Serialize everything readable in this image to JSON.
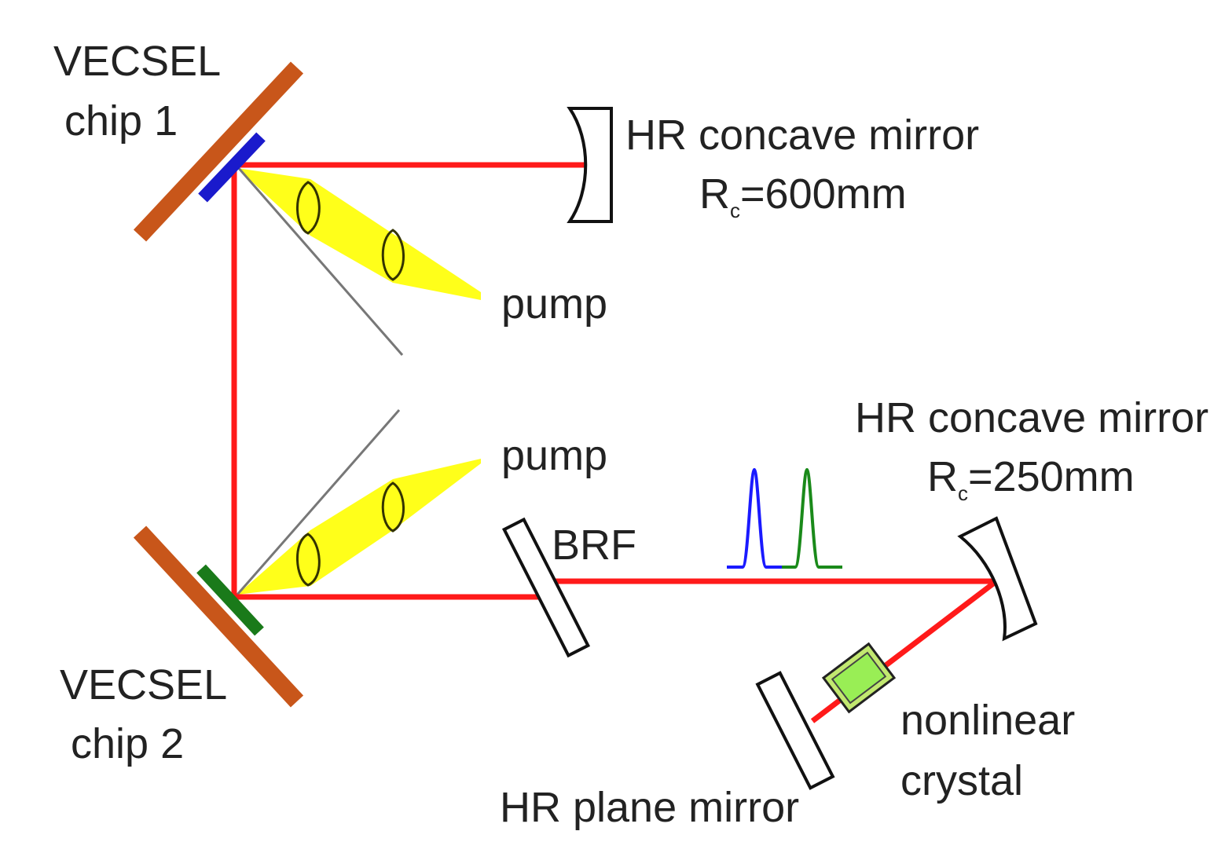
{
  "labels": {
    "chip1_line1": "VECSEL",
    "chip1_line2": "chip 1",
    "chip2_line1": "VECSEL",
    "chip2_line2": "chip 2",
    "mirror1_line1": "HR concave mirror",
    "mirror1_r": "R",
    "mirror1_sub": "c",
    "mirror1_value": "=600mm",
    "mirror2_line1": "HR concave mirror",
    "mirror2_r": "R",
    "mirror2_sub": "c",
    "mirror2_value": "=250mm",
    "pump_top": "pump",
    "pump_bottom": "pump",
    "brf": "BRF",
    "crystal_line1": "nonlinear",
    "crystal_line2": "crystal",
    "plane_mirror": "HR plane mirror"
  },
  "colors": {
    "beam": "#ff1a1a",
    "chip_mount": "#c8561a",
    "chip1_gain": "#1a1acc",
    "chip2_gain": "#1a7a1a",
    "pump_light": "#ffff1a",
    "spectrum_blue": "#1a1aff",
    "spectrum_green": "#1a8a1a",
    "crystal": "#99ee55",
    "outline": "#111111"
  }
}
